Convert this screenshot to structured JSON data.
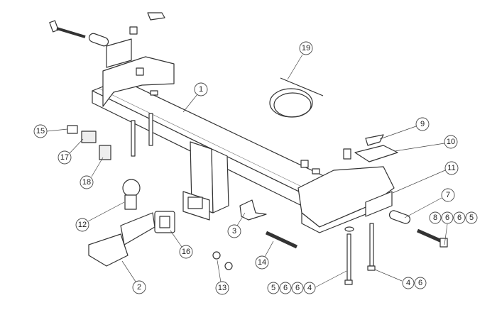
{
  "diagram": {
    "callouts": [
      {
        "id": "c1",
        "labels": [
          "1"
        ]
      },
      {
        "id": "c19",
        "labels": [
          "19"
        ]
      },
      {
        "id": "c15",
        "labels": [
          "15"
        ]
      },
      {
        "id": "c17",
        "labels": [
          "17"
        ]
      },
      {
        "id": "c18",
        "labels": [
          "18"
        ]
      },
      {
        "id": "c12",
        "labels": [
          "12"
        ]
      },
      {
        "id": "c2",
        "labels": [
          "2"
        ]
      },
      {
        "id": "c16",
        "labels": [
          "16"
        ]
      },
      {
        "id": "c3",
        "labels": [
          "3"
        ]
      },
      {
        "id": "c14",
        "labels": [
          "14"
        ]
      },
      {
        "id": "c13",
        "labels": [
          "13"
        ]
      },
      {
        "id": "c9",
        "labels": [
          "9"
        ]
      },
      {
        "id": "c10",
        "labels": [
          "10"
        ]
      },
      {
        "id": "c11",
        "labels": [
          "11"
        ]
      },
      {
        "id": "c7",
        "labels": [
          "7"
        ]
      },
      {
        "id": "c8665",
        "labels": [
          "8",
          "6",
          "6",
          "5"
        ]
      },
      {
        "id": "c5664",
        "labels": [
          "5",
          "6",
          "6",
          "4"
        ]
      },
      {
        "id": "c46",
        "labels": [
          "4",
          "6"
        ]
      }
    ]
  }
}
